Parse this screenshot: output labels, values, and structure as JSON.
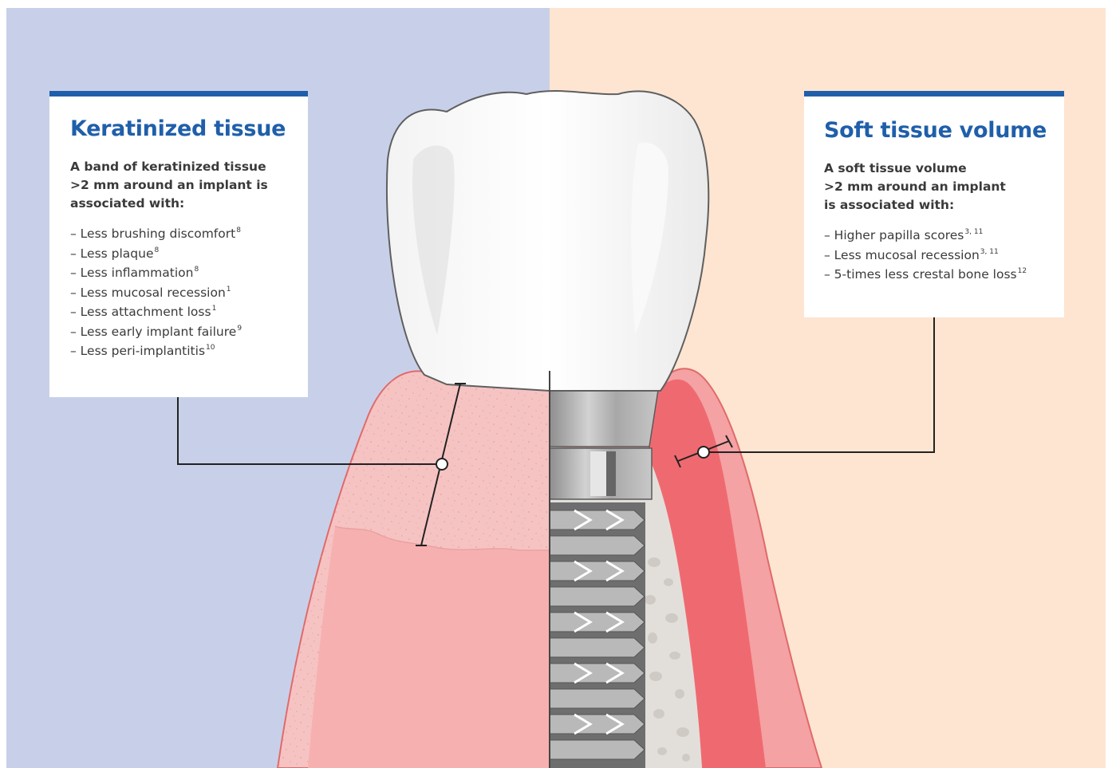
{
  "left_card": {
    "title": "Keratinized tissue",
    "lead_lines": [
      "A band of keratinized tissue",
      ">2 mm around an implant is",
      "associated with:"
    ],
    "items": [
      {
        "text": "– Less brushing discomfort",
        "ref": "8"
      },
      {
        "text": "– Less plaque",
        "ref": "8"
      },
      {
        "text": "– Less inflammation",
        "ref": "8"
      },
      {
        "text": "– Less mucosal recession",
        "ref": "1"
      },
      {
        "text": "– Less attachment loss",
        "ref": "1"
      },
      {
        "text": "– Less early implant failure",
        "ref": "9"
      },
      {
        "text": "– Less peri-implantitis",
        "ref": "10"
      }
    ]
  },
  "right_card": {
    "title": "Soft tissue volume",
    "lead_lines": [
      "A soft tissue volume",
      ">2 mm around an implant",
      "is associated with:"
    ],
    "items": [
      {
        "text": "– Higher papilla scores",
        "ref": "3, 11"
      },
      {
        "text": "– Less mucosal recession",
        "ref": "3, 11"
      },
      {
        "text": "– 5-times less crestal bone loss",
        "ref": "12"
      }
    ]
  },
  "colors": {
    "left_background": "#c8d0e9",
    "right_background": "#fde5d2",
    "accent_blue": "#1f5faa",
    "gum_light": "#f6c3c3",
    "gum_deep": "#f7b0b0",
    "soft_tissue_red": "#ef6a70",
    "bone_gray": "#e2dfdb"
  }
}
